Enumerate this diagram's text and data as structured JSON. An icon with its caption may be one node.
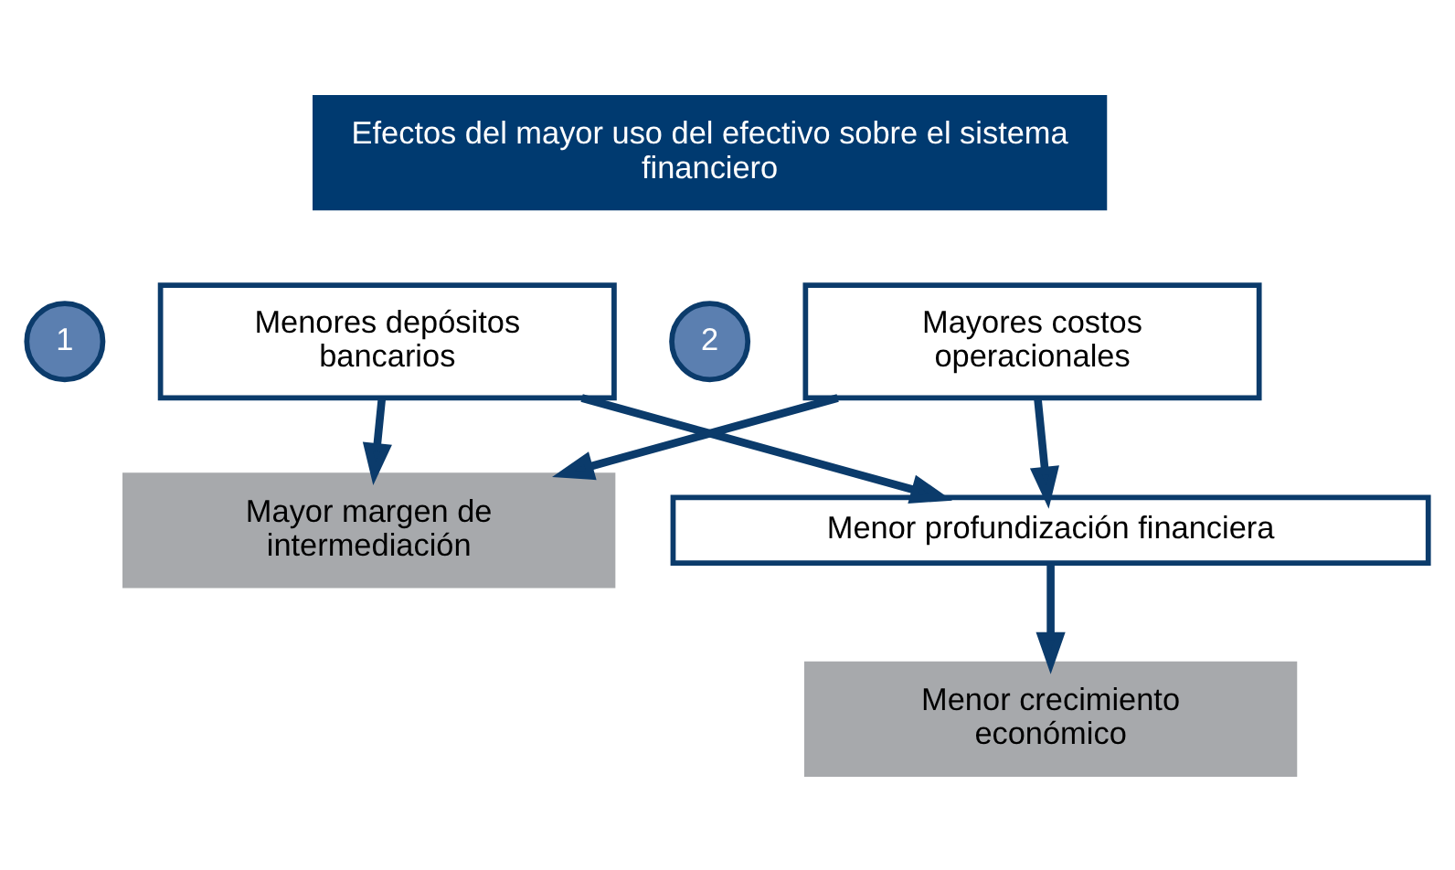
{
  "diagram": {
    "nodes": [
      {
        "text": [
          "Efectos del mayor uso del efectivo sobre el sistema financiero"
        ]
      },
      {
        "text": [
          "1"
        ]
      },
      {
        "text": [
          "Menores depósitos bancarios"
        ]
      },
      {
        "text": [
          "2"
        ]
      },
      {
        "text": [
          "Mayores costos operacionales"
        ]
      },
      {
        "text": [
          "Mayor margen de intermediación"
        ]
      },
      {
        "text": [
          "Menor profundización financiera"
        ]
      },
      {
        "text": [
          "Menor crecimiento económico"
        ]
      }
    ],
    "edges": [
      {
        "from": 2,
        "to": 5,
        "arrow": "to"
      },
      {
        "from": 4,
        "to": 5,
        "arrow": "to"
      },
      {
        "from": 2,
        "to": 6,
        "arrow": "to"
      },
      {
        "from": 4,
        "to": 6,
        "arrow": "to"
      },
      {
        "from": 6,
        "to": 7,
        "arrow": "to"
      }
    ]
  }
}
